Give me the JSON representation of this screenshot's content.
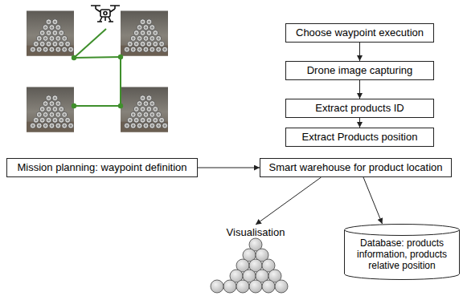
{
  "diagram": {
    "nodes": [
      {
        "text": [
          "Choose waypoint execution"
        ]
      },
      {
        "text": [
          "Drone image capturing"
        ]
      },
      {
        "text": [
          "Extract products ID"
        ]
      },
      {
        "text": [
          "Extract Products position"
        ]
      },
      {
        "text": [
          "Mission planning: waypoint definition"
        ]
      },
      {
        "text": [
          "Smart warehouse for product location"
        ]
      },
      {
        "text": [
          "Visualisation"
        ]
      },
      {
        "text": [
          "Database: products information, products relative position"
        ]
      }
    ],
    "edges": [
      {
        "from": 0,
        "to": 1,
        "arrow": "to"
      },
      {
        "from": 1,
        "to": 2,
        "arrow": "to"
      },
      {
        "from": 2,
        "to": 3,
        "arrow": "to"
      },
      {
        "from": 4,
        "to": 5,
        "arrow": "to"
      },
      {
        "from": 5,
        "to": 6,
        "arrow": "to"
      },
      {
        "from": 5,
        "to": 7,
        "arrow": "to"
      }
    ]
  }
}
